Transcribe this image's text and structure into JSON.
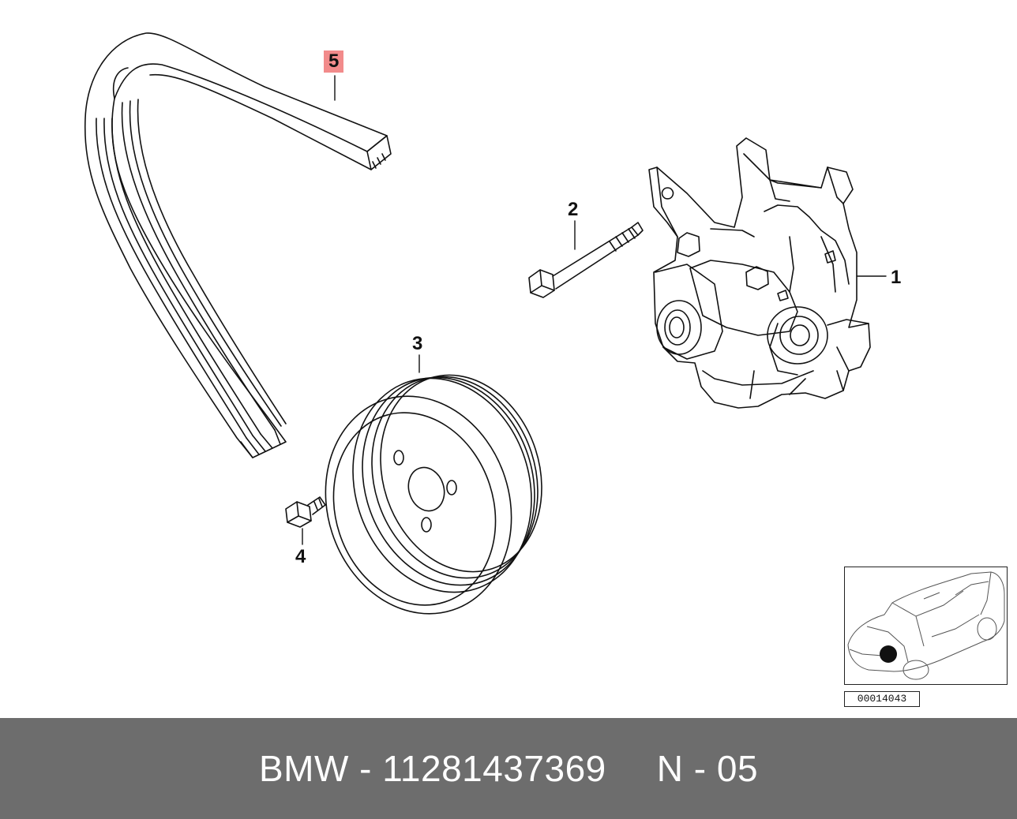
{
  "callouts": {
    "pump": "1",
    "bolt_long": "2",
    "pulley": "3",
    "bolt_short": "4",
    "belt": "5"
  },
  "highlight_color": "#f28b8b",
  "image_id": "00014043",
  "footer": {
    "brand": "BMW",
    "sep": "-",
    "part_number": "11281437369",
    "section": "N - 05"
  },
  "colors": {
    "footer_bg": "#6d6d6d",
    "footer_text": "#ffffff",
    "line": "#111111"
  }
}
